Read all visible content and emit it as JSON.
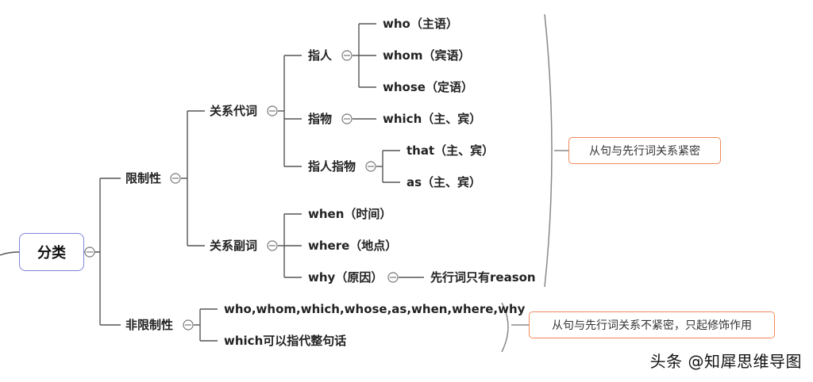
{
  "root": "分类",
  "restrictive": {
    "label": "限制性",
    "relative_pronoun": {
      "label": "关系代词",
      "person": {
        "label": "指人",
        "items": [
          "who（主语）",
          "whom（宾语）",
          "whose（定语）"
        ]
      },
      "thing": {
        "label": "指物",
        "items": [
          "which（主、宾）"
        ]
      },
      "both": {
        "label": "指人指物",
        "items": [
          "that（主、宾）",
          "as（主、宾）"
        ]
      }
    },
    "relative_adverb": {
      "label": "关系副词",
      "items": [
        "when（时间）",
        "where（地点）",
        "why（原因）"
      ],
      "why_note": "先行词只有reason"
    },
    "summary": "从句与先行词关系紧密"
  },
  "nonrestrictive": {
    "label": "非限制性",
    "items": [
      "who,whom,which,whose,as,when,where,why",
      "which可以指代整句话"
    ],
    "summary": "从句与先行词关系不紧密，只起修饰作用"
  },
  "watermark": "头条 @知犀思维导图"
}
